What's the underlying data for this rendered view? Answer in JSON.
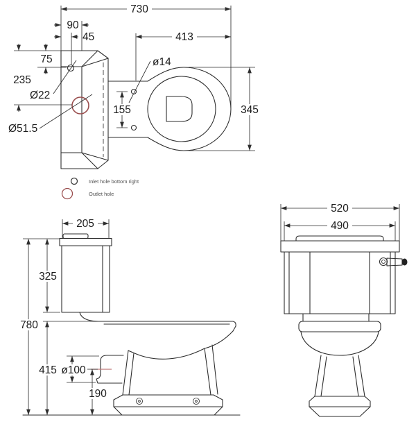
{
  "colors": {
    "line": "#2e2e2e",
    "outlet_red": "#9a4f4f",
    "leader_red": "#bf7b7b",
    "legend_text": "#4f4f4f",
    "knob": "#222222"
  },
  "plan_view": {
    "dims": {
      "overall_depth": "730",
      "inlet_x_90": "90",
      "inlet_x_45": "45",
      "bowl_depth": "413",
      "inlet_y_75": "75",
      "outlet_y_235": "235",
      "inlet_dia": "Ø22",
      "outlet_dia": "Ø51.5",
      "seat_hole_dia": "ø14",
      "seat_hole_pitch": "155",
      "bowl_width": "345"
    }
  },
  "legend": {
    "items": [
      {
        "icon": "inlet-hole-icon",
        "label": "Inlet hole bottom right"
      },
      {
        "icon": "outlet-hole-icon",
        "label": "Outlet hole"
      }
    ]
  },
  "side_view": {
    "dims": {
      "cistern_depth": "205",
      "cistern_height": "325",
      "overall_height": "780",
      "pan_height": "415",
      "outlet_dia": "ø100",
      "outlet_center_height": "190"
    }
  },
  "front_view": {
    "dims": {
      "overall_width": "520",
      "cistern_width": "490"
    }
  }
}
